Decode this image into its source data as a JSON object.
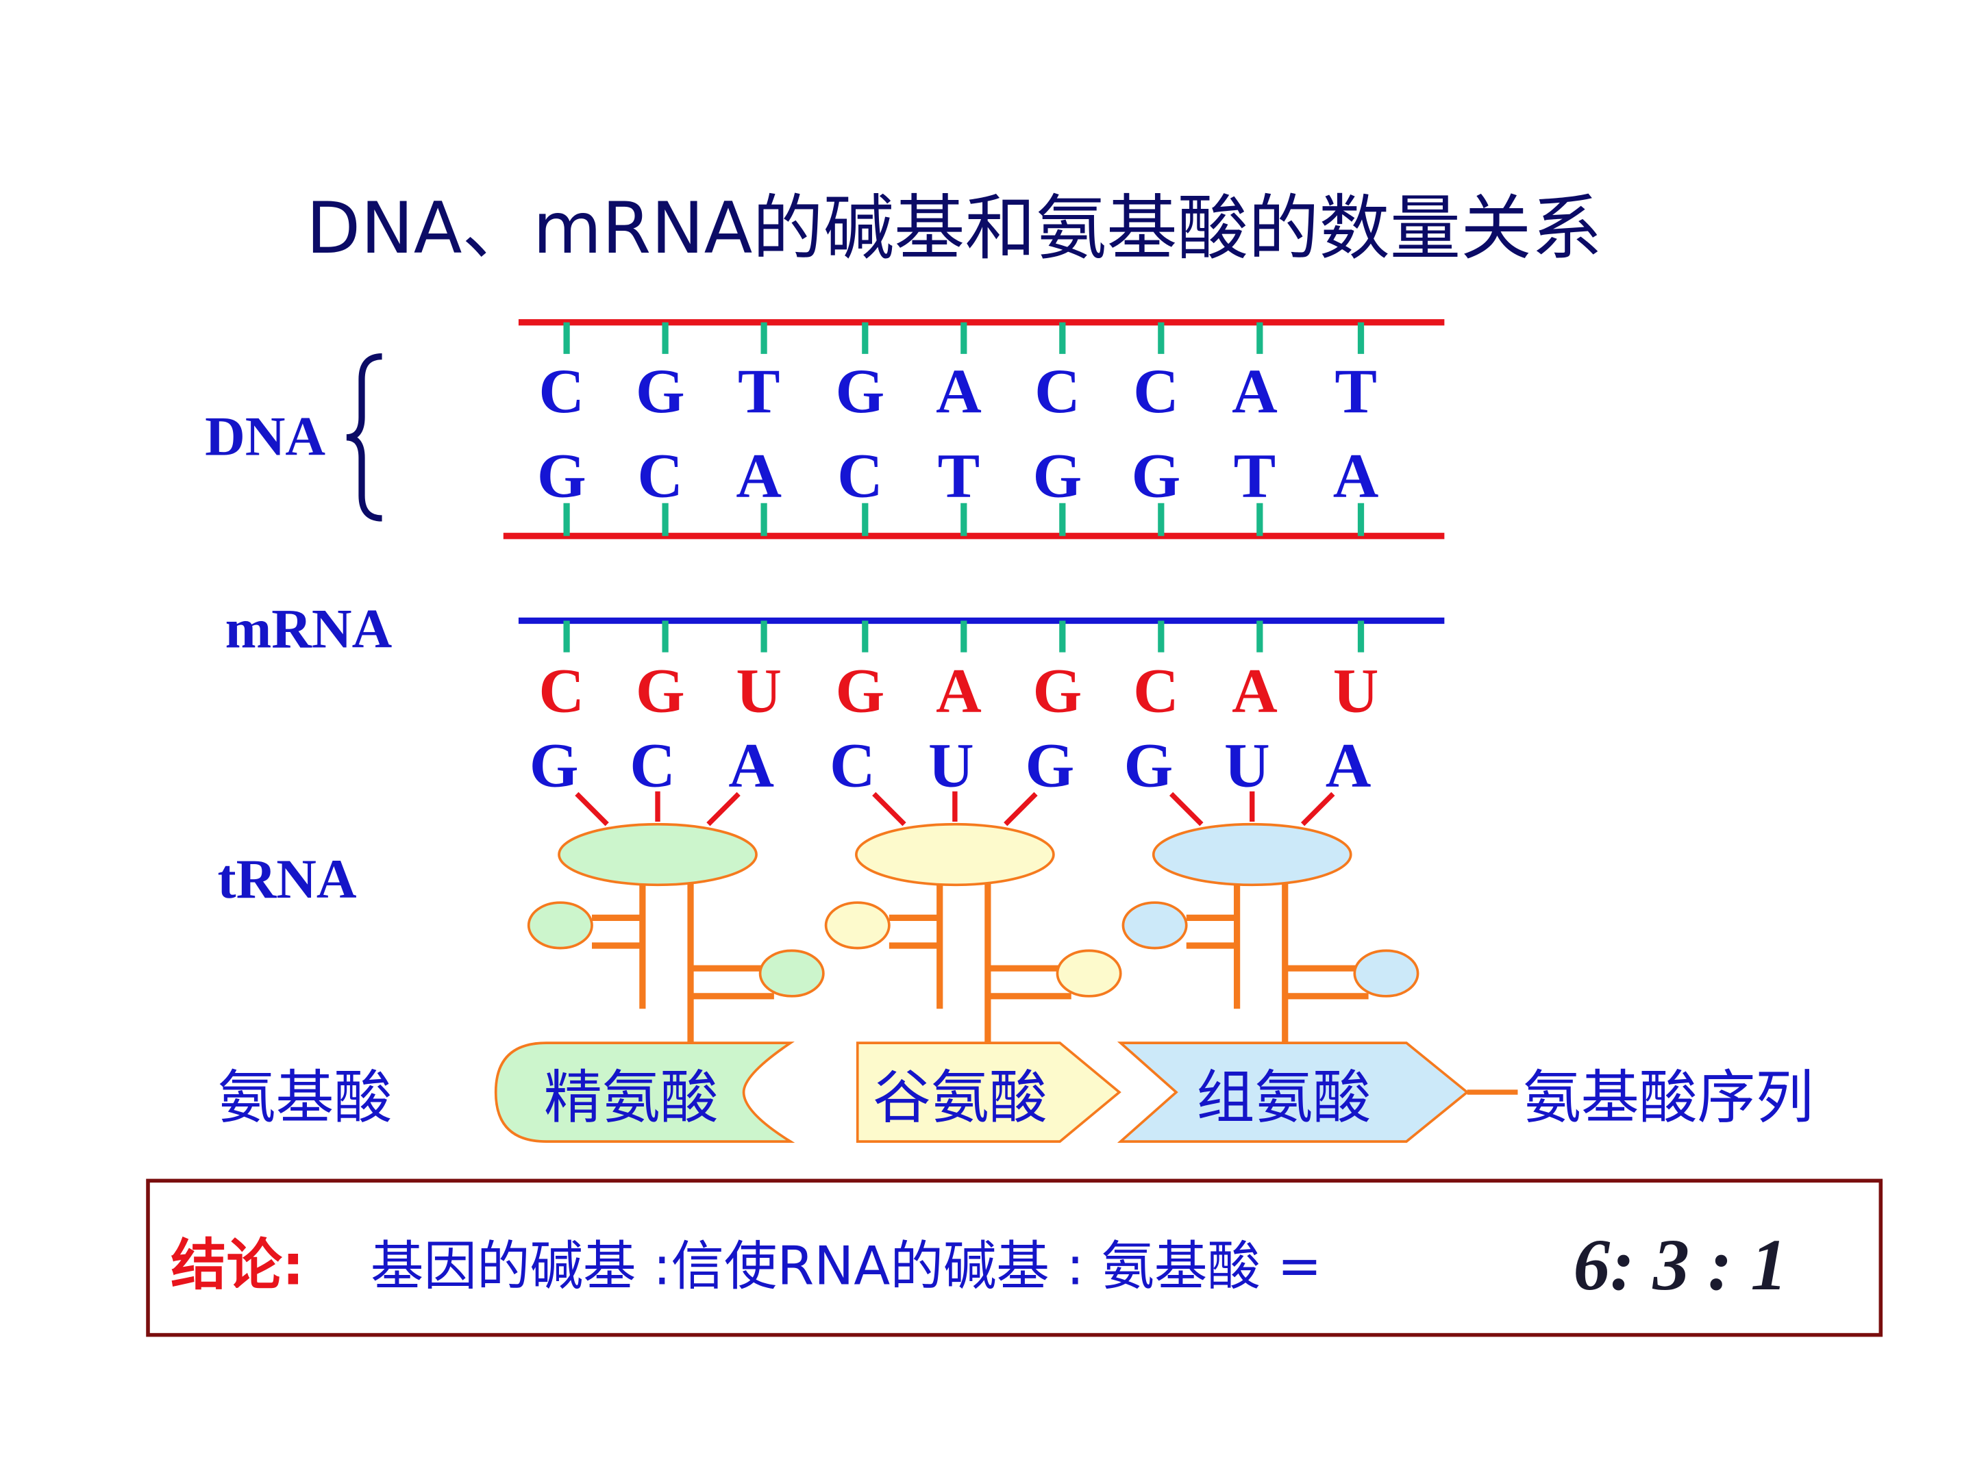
{
  "title": "DNA、mRNA的碱基和氨基酸的数量关系",
  "labels": {
    "dna": "DNA",
    "mrna": "mRNA",
    "trna": "tRNA",
    "amino_acid": "氨基酸",
    "sequence": "氨基酸序列"
  },
  "dna_top": [
    "C",
    "G",
    "T",
    "G",
    "A",
    "C",
    "C",
    "A",
    "T"
  ],
  "dna_bottom": [
    "G",
    "C",
    "A",
    "C",
    "T",
    "G",
    "G",
    "T",
    "A"
  ],
  "mrna": [
    "C",
    "G",
    "U",
    "G",
    "A",
    "G",
    "C",
    "A",
    "U"
  ],
  "anticodons": [
    "G",
    "C",
    "A",
    "C",
    "U",
    "G",
    "G",
    "U",
    "A"
  ],
  "amino_acids": [
    "精氨酸",
    "谷氨酸",
    "组氨酸"
  ],
  "conclusion": {
    "prefix": "结论:",
    "text": "基因的碱基 :信使RNA的碱基 : 氨基酸 =",
    "ratio": "6: 3 : 1"
  },
  "colors": {
    "strand": "#e8141c",
    "mrna_strand": "#1515d4",
    "base_blue": "#1515d4",
    "base_red": "#e8141c",
    "rung": "#1ab888",
    "trna_stem": "#f57a1e",
    "green_fill": "#ccf5cc",
    "yellow_fill": "#fdfacc",
    "blue_fill": "#cce9f9",
    "text_blue": "#1515c8",
    "title": "#0b0b66",
    "box_border": "#7a0e0e"
  }
}
